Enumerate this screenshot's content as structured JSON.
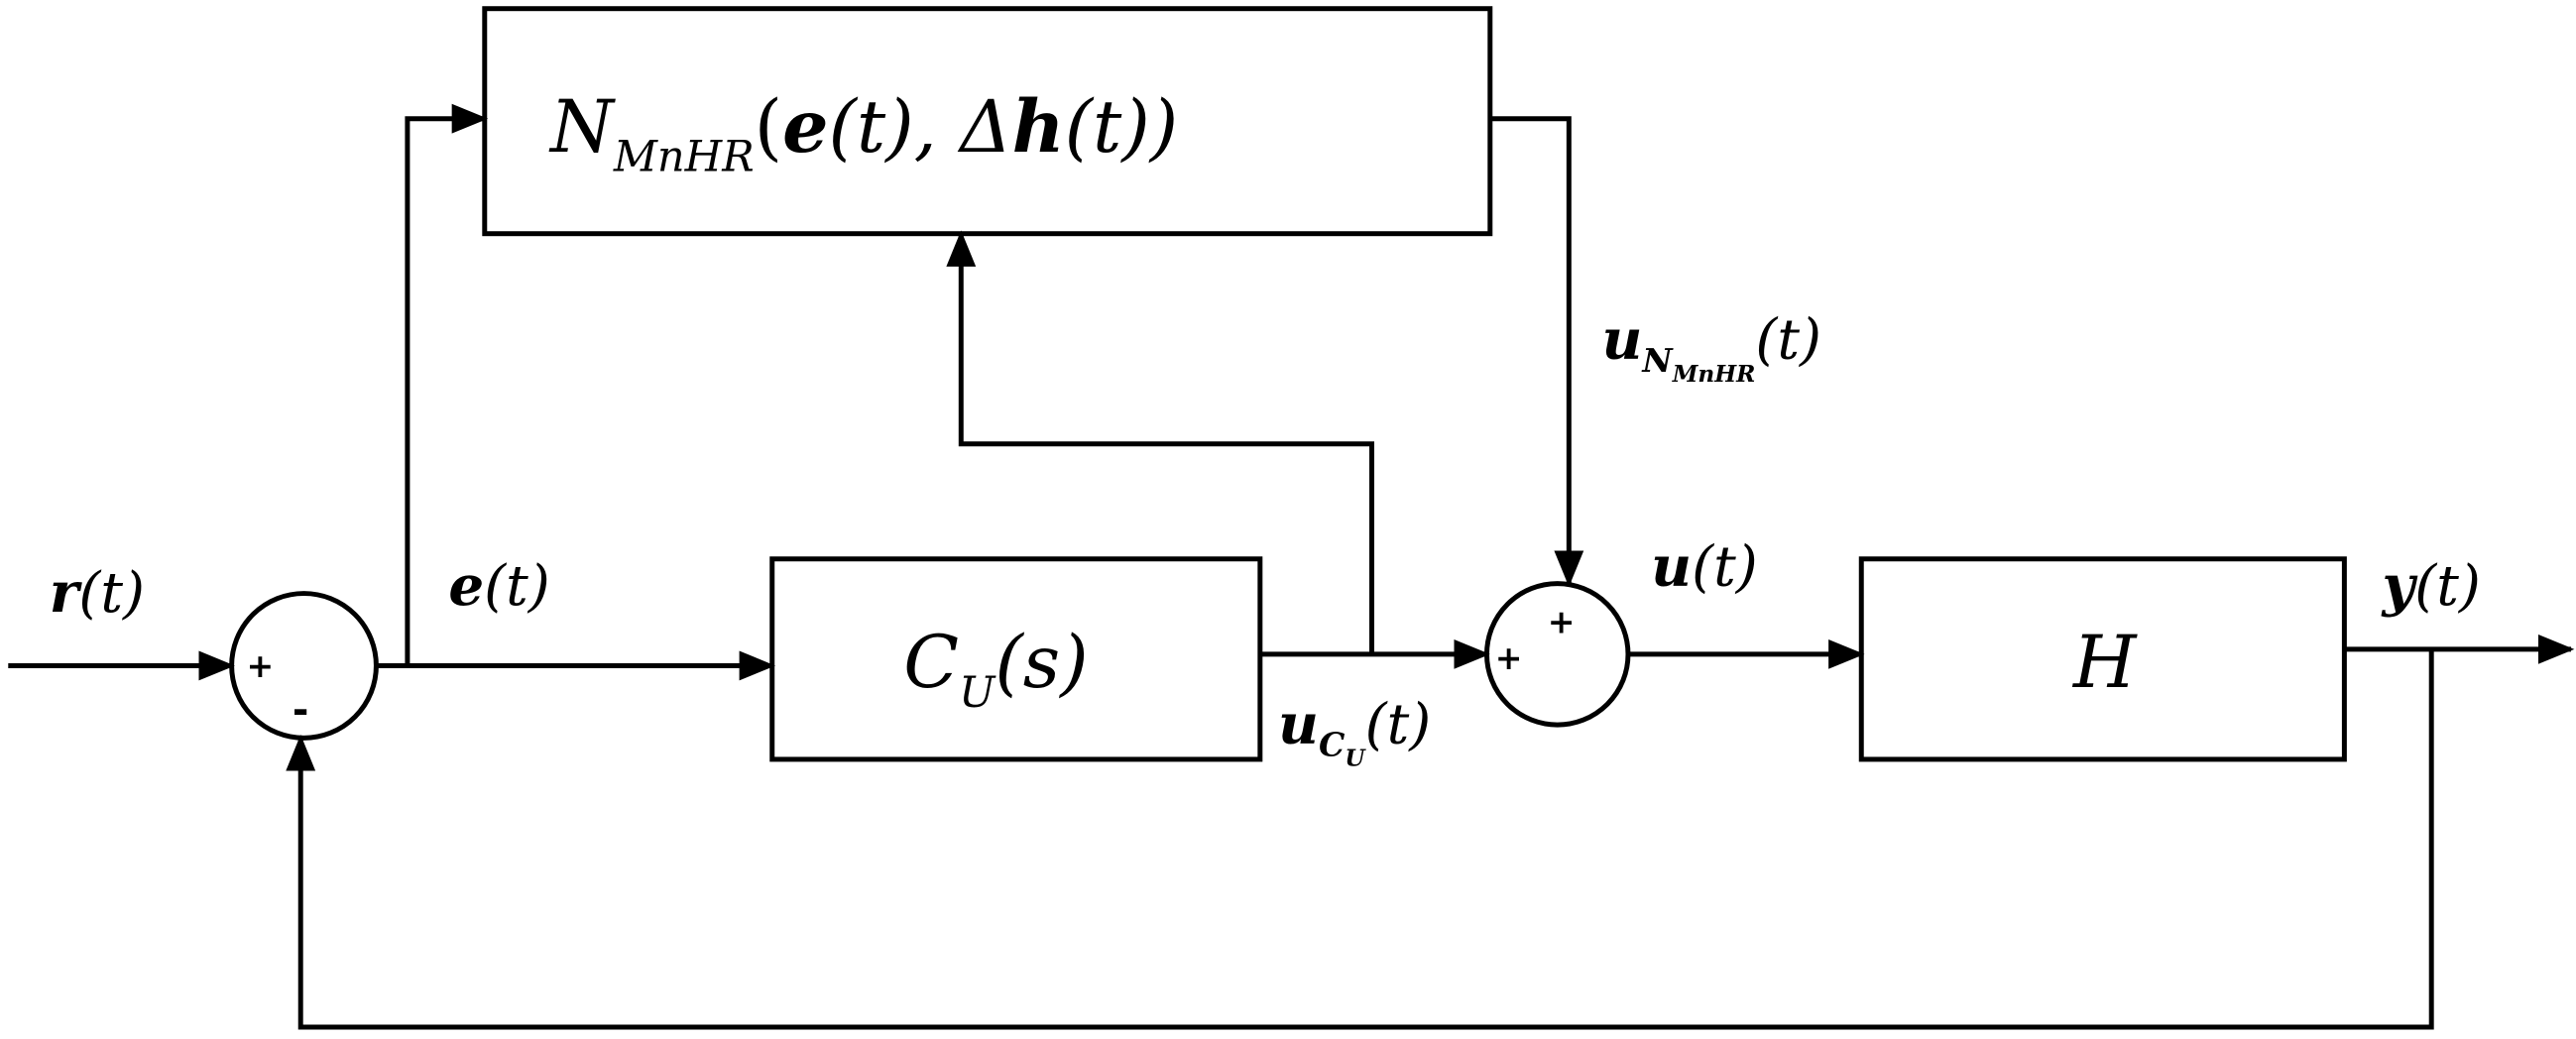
{
  "blocks": {
    "nonlinear": {
      "name": "N",
      "sub": "MnHR",
      "args_open": "(",
      "arg1": "e",
      "mid": "(t), Δ",
      "arg2": "h",
      "close": "(t))"
    },
    "controller": {
      "name": "C",
      "sub": "U",
      "arg": "(s)"
    },
    "plant": {
      "name": "H"
    }
  },
  "signals": {
    "reference": {
      "sym": "r",
      "arg": "(t)"
    },
    "error": {
      "sym": "e",
      "arg": "(t)"
    },
    "control": {
      "sym": "u",
      "arg": "(t)"
    },
    "output": {
      "sym": "y",
      "arg": "(t)"
    },
    "u_cu": {
      "sym": "u",
      "sub": "C",
      "subsub": "U",
      "arg": "(t)"
    },
    "u_n": {
      "sym": "u",
      "sub": "N",
      "subsub": "MnHR",
      "arg": "(t)"
    }
  },
  "summing_junctions": {
    "error_sum": {
      "signs": [
        "+",
        "-"
      ]
    },
    "control_sum": {
      "signs": [
        "+",
        "+"
      ]
    }
  },
  "colors": {
    "line": "#000000",
    "background": "#ffffff"
  }
}
